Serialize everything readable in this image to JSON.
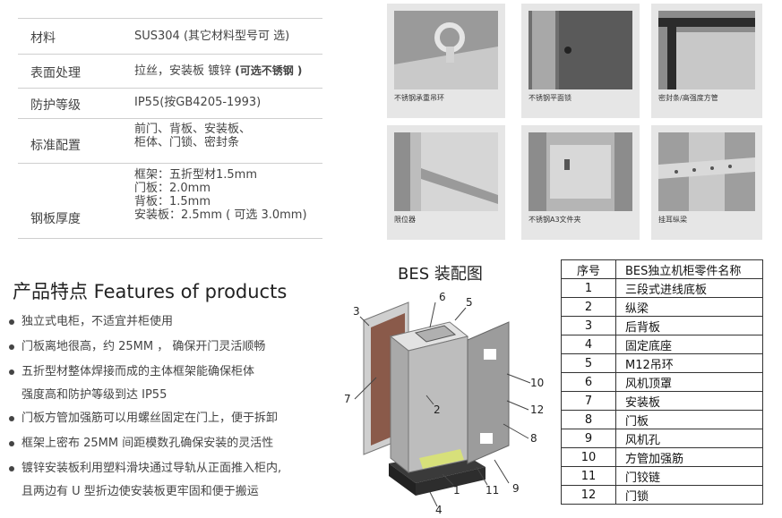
{
  "spec": [
    {
      "label": "材料",
      "value": "SUS304 (其它材料型号可 选)"
    },
    {
      "label": "表面处理",
      "value": "拉丝，安装板 镀锌 ",
      "value_bold": "(可选不锈钢 )"
    },
    {
      "label": "防护等级",
      "value": "IP55(按GB4205-1993)"
    },
    {
      "label": "标准配置",
      "lines": [
        "前门、背板、安装板、",
        "柜体、门锁、密封条"
      ]
    },
    {
      "label": "钢板厚度",
      "lines": [
        "框架：五折型材1.5mm",
        "门板：2.0mm",
        "背板：1.5mm",
        "安装板：2.5mm ( 可选 3.0mm)"
      ]
    }
  ],
  "photos": [
    {
      "caption": "不锈钢承重吊环",
      "icon": "lifting-ring-icon"
    },
    {
      "caption": "不锈钢平面锁",
      "icon": "flat-lock-icon"
    },
    {
      "caption": "密封条/高强度方管",
      "icon": "seal-strip-icon"
    },
    {
      "caption": "限位器",
      "icon": "limiter-icon"
    },
    {
      "caption": "不锈钢A3文件夹",
      "icon": "file-holder-icon"
    },
    {
      "caption": "挂耳纵梁",
      "icon": "mounting-rail-icon"
    }
  ],
  "features": {
    "title": "产品特点  Features of products",
    "items": [
      [
        "独立式电柜，不适宜并柜使用"
      ],
      [
        "门板离地很高，约 25MM ， 确保开门灵活顺畅"
      ],
      [
        "五折型材整体焊接而成的主体框架能确保柜体",
        "强度高和防护等级到达 IP55"
      ],
      [
        "门板方管加强筋可以用螺丝固定在门上，便于拆卸"
      ],
      [
        "框架上密布 25MM 间距模数孔确保安装的灵活性"
      ],
      [
        "镀锌安装板利用塑料滑块通过导轨从正面推入柜内,",
        "且两边有 U 型折边使安装板更牢固和便于搬运"
      ]
    ]
  },
  "diagram": {
    "title": "BES 装配图",
    "callouts": [
      "3",
      "6",
      "5",
      "7",
      "2",
      "10",
      "12",
      "8",
      "1",
      "11",
      "9",
      "4"
    ]
  },
  "parts": {
    "headers": [
      "序号",
      "BES独立机柜零件名称"
    ],
    "rows": [
      [
        "1",
        "三段式进线底板"
      ],
      [
        "2",
        "纵梁"
      ],
      [
        "3",
        "后背板"
      ],
      [
        "4",
        "固定底座"
      ],
      [
        "5",
        "M12吊环"
      ],
      [
        "6",
        "风机顶罩"
      ],
      [
        "7",
        "安装板"
      ],
      [
        "8",
        "门板"
      ],
      [
        "9",
        "风机孔"
      ],
      [
        "10",
        "方管加强筋"
      ],
      [
        "11",
        "门铰链"
      ],
      [
        "12",
        "门锁"
      ]
    ]
  },
  "colors": {
    "steel": "#b9b9b9",
    "backboard": "#8a5a4a",
    "floor": "#d7e07a",
    "photo_bg": "#e6e6e6"
  }
}
